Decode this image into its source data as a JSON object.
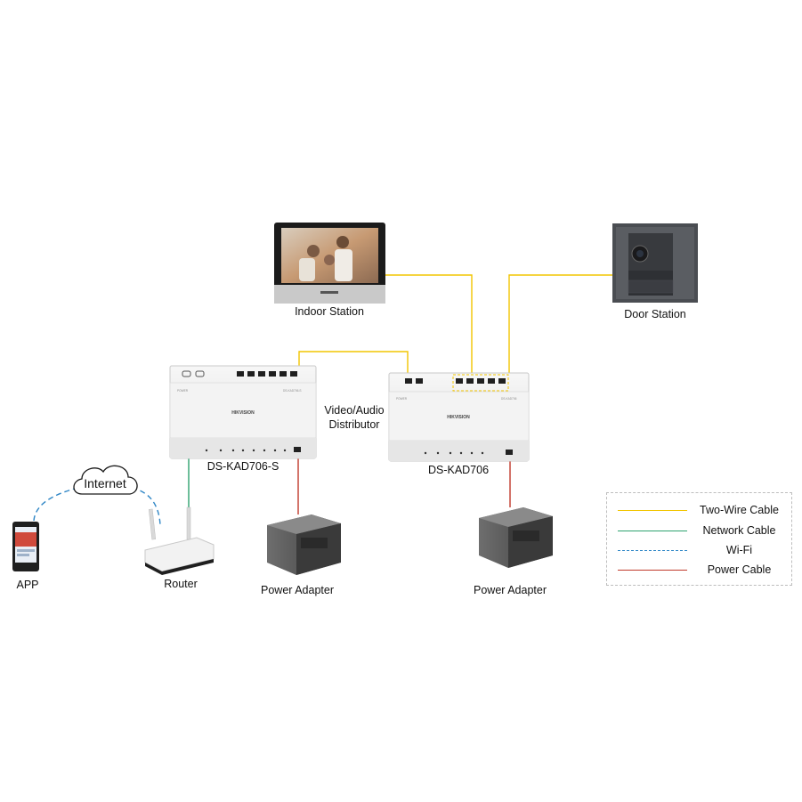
{
  "labels": {
    "indoor_station": "Indoor Station",
    "door_station": "Door Station",
    "distributor_line1": "Video/Audio",
    "distributor_line2": "Distributor",
    "device_left": "DS-KAD706-S",
    "device_right": "DS-KAD706",
    "internet": "Internet",
    "app": "APP",
    "router": "Router",
    "power_adapter_left": "Power Adapter",
    "power_adapter_right": "Power Adapter"
  },
  "device_branding": {
    "brand": "HIKVISION",
    "indicator": "POWER",
    "left_model": "DS-KAD706-S",
    "right_model": "DS-KAD706"
  },
  "legend": {
    "items": [
      {
        "label": "Two-Wire Cable",
        "color": "#f2c500",
        "style": "solid"
      },
      {
        "label": "Network Cable",
        "color": "#2ea26f",
        "style": "solid"
      },
      {
        "label": "Wi-Fi",
        "color": "#2f86c6",
        "style": "dashed"
      },
      {
        "label": "Power Cable",
        "color": "#c0392b",
        "style": "solid"
      }
    ]
  }
}
